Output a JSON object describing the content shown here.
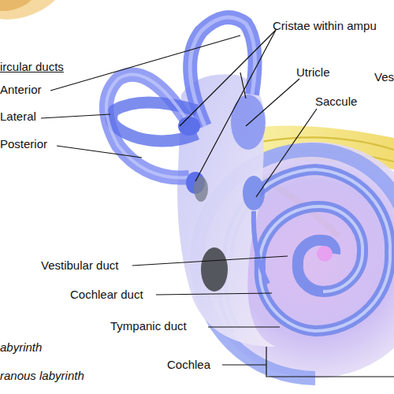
{
  "diagram": {
    "labels": [
      "Cristae within ampu",
      "Utricle",
      "Ves",
      "Saccule",
      "ircular ducts",
      "Anterior",
      "Lateral",
      "Posterior",
      "Vestibular duct",
      "Cochlear duct",
      "Tympanic duct",
      "abyrinth",
      "Cochlea",
      "ranous labyrinth"
    ]
  }
}
